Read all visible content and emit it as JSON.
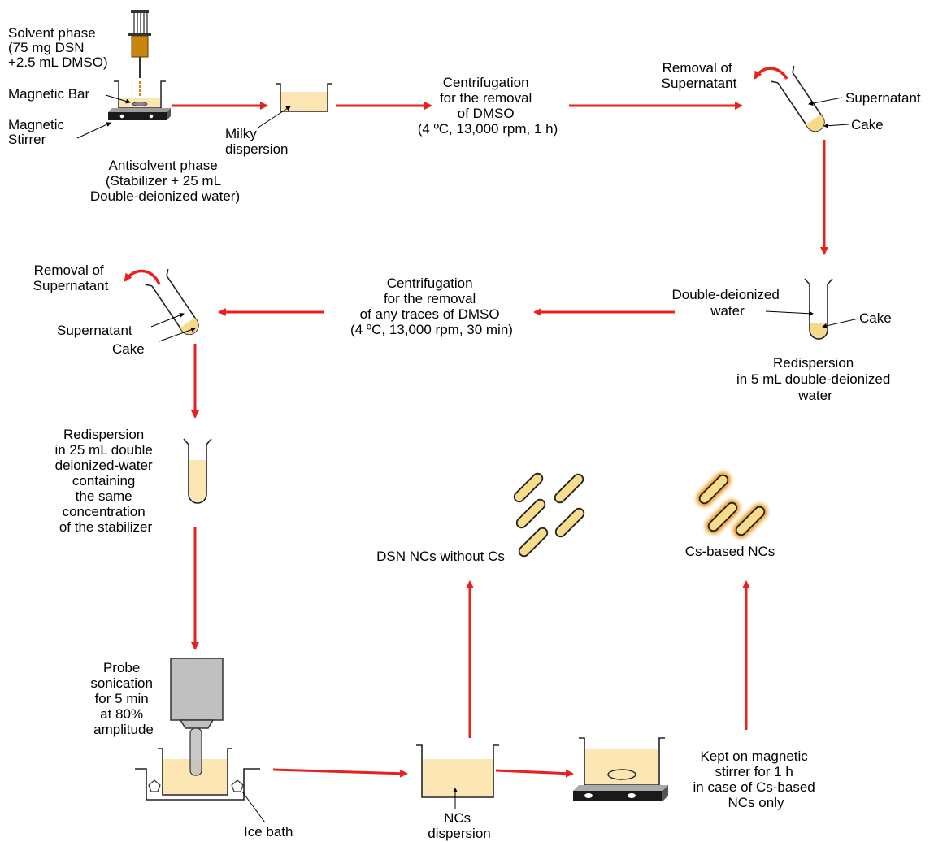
{
  "colors": {
    "arrow": "#e8201e",
    "liquid": "#fbe6b4",
    "liquid_dark": "#f7d98c",
    "particle_fill": "#f7dc8c",
    "particle_glow": "#f09a1e",
    "syringe": "#c8860f",
    "probe": "#c0c0c0",
    "stirrer": "#1a1a1a"
  },
  "step1": {
    "solvent": [
      "Solvent phase",
      "(75 mg DSN",
      "+2.5 mL DMSO)"
    ],
    "magnetic_bar": "Magnetic Bar",
    "magnetic_stirrer": [
      "Magnetic",
      "Stirrer"
    ],
    "antisolvent": [
      "Antisolvent phase",
      "(Stabilizer + 25 mL",
      "Double-deionized water)"
    ]
  },
  "step2": {
    "milky": [
      "Milky",
      "dispersion"
    ]
  },
  "step3": {
    "centrifugation": [
      "Centrifugation",
      "for the removal",
      "of DMSO",
      "(4 ºC, 13,000 rpm, 1 h)"
    ]
  },
  "step4": {
    "removal": [
      "Removal of",
      "Supernatant"
    ],
    "supernatant": "Supernatant",
    "cake": "Cake"
  },
  "step5": {
    "water": [
      "Double-deionized",
      "water"
    ],
    "cake": "Cake",
    "redispersion": [
      "Redispersion",
      "in 5 mL double-deionized",
      "water"
    ]
  },
  "step6": {
    "centrifugation": [
      "Centrifugation",
      "for the removal",
      "of any traces of DMSO",
      "(4 ºC, 13,000 rpm, 30 min)"
    ]
  },
  "step7": {
    "removal": [
      "Removal of",
      "Supernatant"
    ],
    "supernatant": "Supernatant",
    "cake": "Cake"
  },
  "step8": {
    "redispersion": [
      "Redispersion",
      "in 25 mL double",
      "deionized-water",
      "containing",
      "the same",
      "concentration",
      "of the stabilizer"
    ]
  },
  "step9": {
    "probe": [
      "Probe",
      "sonication",
      "for 5 min",
      "at 80%",
      "amplitude"
    ],
    "ice_bath": "Ice bath"
  },
  "step10": {
    "ncs": [
      "NCs",
      "dispersion"
    ]
  },
  "step11": {
    "kept": [
      "Kept on magnetic",
      "stirrer for 1 h",
      "in case of Cs-based",
      "NCs only"
    ]
  },
  "products": {
    "without_cs": "DSN NCs without Cs",
    "cs_based": "Cs-based NCs"
  }
}
